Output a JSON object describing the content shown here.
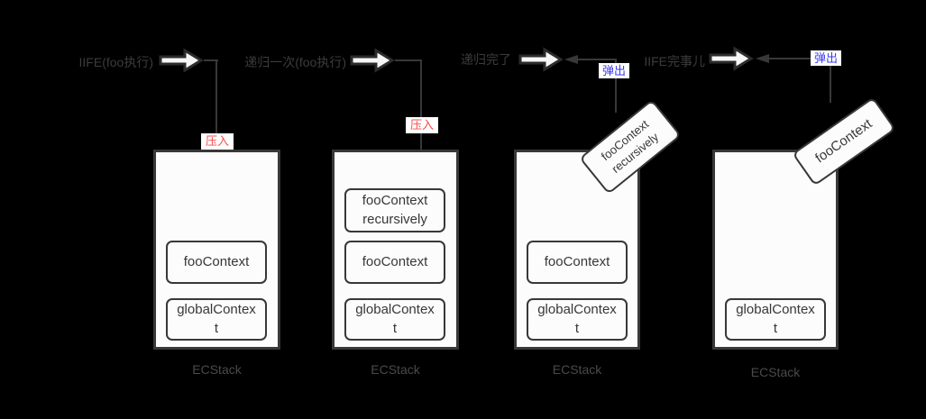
{
  "colors": {
    "background": "#000000",
    "stroke": "#383838",
    "panel_fill": "#fcfcfc",
    "push_label_color": "#fa4b4b",
    "pop_label_color": "#3b3bf0"
  },
  "stages": [
    {
      "action": "IIFE(foo执行)",
      "transition": "压入",
      "stack_label": "ECStack",
      "frames": [
        "fooContext",
        "globalContext"
      ]
    },
    {
      "action": "递归一次(foo执行)",
      "transition": "压入",
      "stack_label": "ECStack",
      "frames": [
        "fooContext recursively",
        "fooContext",
        "globalContext"
      ]
    },
    {
      "action": "递归完了",
      "transition": "弹出",
      "stack_label": "ECStack",
      "frames": [
        "fooContext",
        "globalContext"
      ],
      "popped": "fooContext recursively"
    },
    {
      "action": "IIFE完事儿",
      "transition": "弹出",
      "stack_label": "ECStack",
      "frames": [
        "globalContext"
      ],
      "popped": "fooContext"
    }
  ]
}
